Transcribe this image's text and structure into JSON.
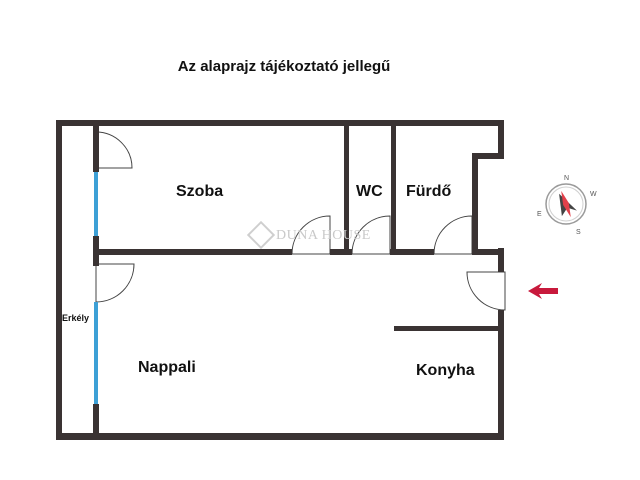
{
  "title": "Az alaprajz tájékoztató jellegű",
  "rooms": {
    "szoba": "Szoba",
    "wc": "WC",
    "furdo": "Fürdő",
    "erkely": "Erkély",
    "nappali": "Nappali",
    "konyha": "Konyha"
  },
  "watermark": "DUNA HOUSE",
  "compass": {
    "n": "N",
    "s": "S",
    "e": "E",
    "w": "W"
  },
  "colors": {
    "wall": "#3a3333",
    "window": "#3da0d6",
    "entrance_arrow": "#c8193c"
  },
  "icons": {
    "entrance": "arrow-left-icon",
    "compass": "compass-icon",
    "watermark_logo": "diamond-logo-icon"
  }
}
